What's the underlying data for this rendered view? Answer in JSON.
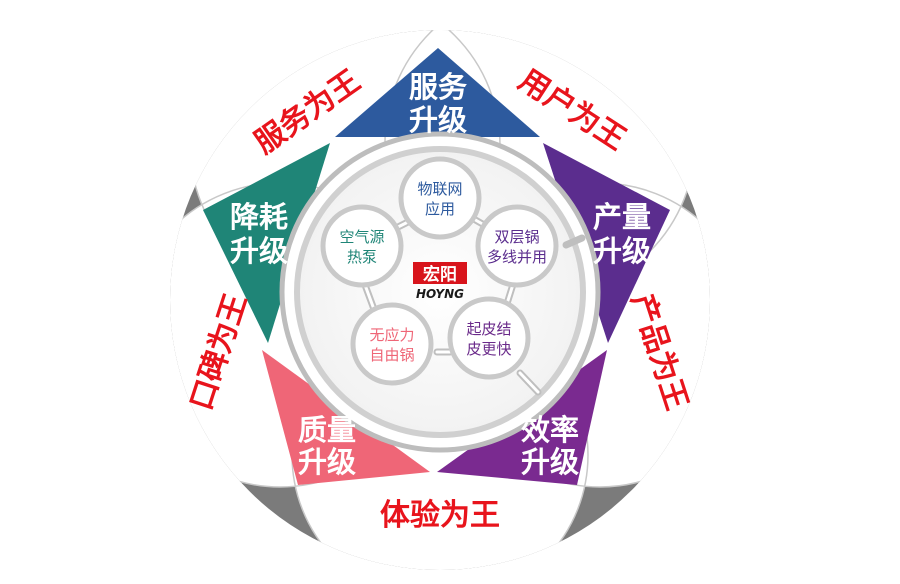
{
  "petals": [
    {
      "id": "top-left",
      "label": "服务为王"
    },
    {
      "id": "top-right",
      "label": "用户为王"
    },
    {
      "id": "right",
      "label": "产品为王"
    },
    {
      "id": "bottom",
      "label": "体验为王"
    },
    {
      "id": "left",
      "label": "口碑为王"
    }
  ],
  "upgrades": [
    {
      "id": "service",
      "line1": "服务",
      "line2": "升级"
    },
    {
      "id": "capacity",
      "line1": "产量",
      "line2": "升级"
    },
    {
      "id": "efficiency",
      "line1": "效率",
      "line2": "升级"
    },
    {
      "id": "quality",
      "line1": "质量",
      "line2": "升级"
    },
    {
      "id": "energy",
      "line1": "降耗",
      "line2": "升级"
    }
  ],
  "features": [
    {
      "id": "iot",
      "line1": "物联网",
      "line2": "应用"
    },
    {
      "id": "double-pot",
      "line1": "双层锅",
      "line2": "多线并用"
    },
    {
      "id": "peel",
      "line1": "起皮结",
      "line2": "皮更快"
    },
    {
      "id": "free-pot",
      "line1": "无应力",
      "line2": "自由锅"
    },
    {
      "id": "heat-pump",
      "line1": "空气源",
      "line2": "热泵"
    }
  ],
  "brand": {
    "cn": "宏阳",
    "en": "HOYNG"
  },
  "colors": {
    "petal_text": "#e8141c",
    "ring_outer": "#7b7b7b",
    "service": "#2d5a9e",
    "capacity": "#5b2d8e",
    "efficiency": "#7a2a90",
    "quality": "#ef6677",
    "energy": "#1f8577",
    "node_iot": "#2d5a9e",
    "node_double": "#5b2d8e",
    "node_peel": "#6a2a8a",
    "node_free": "#ef6677",
    "node_heat": "#1f8577",
    "brand_red": "#d8141c"
  }
}
